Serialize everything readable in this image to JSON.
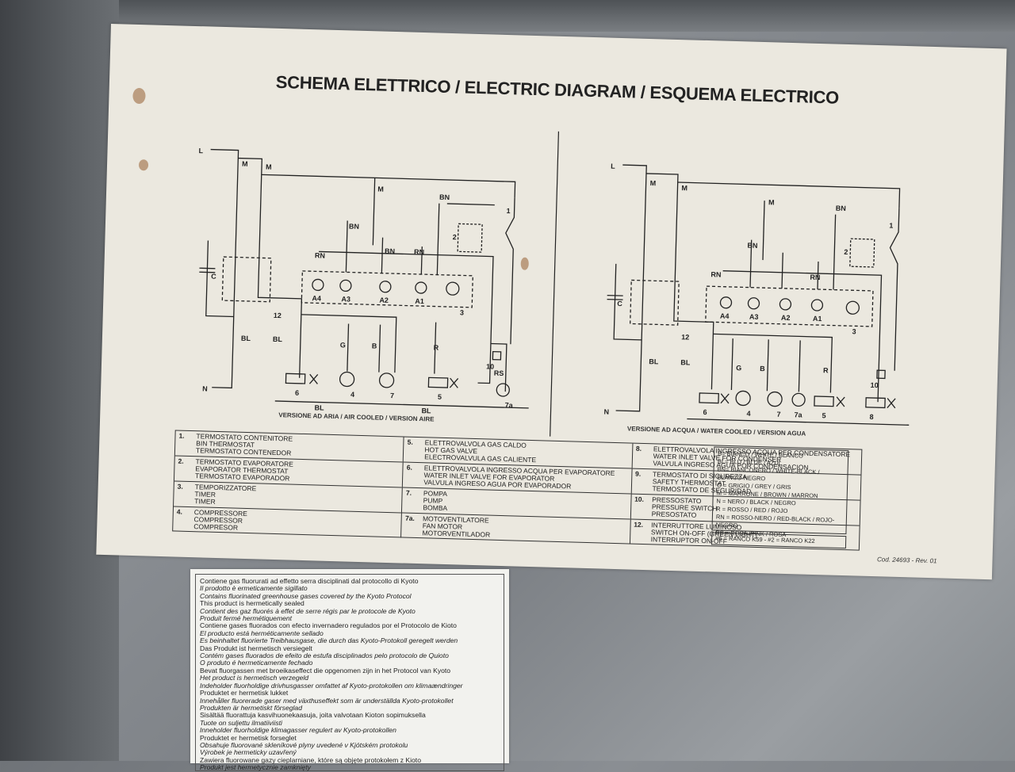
{
  "label": {
    "title": "SCHEMA ELETTRICO / ELECTRIC DIAGRAM / ESQUEMA ELECTRICO",
    "left_caption": "VERSIONE AD ARIA / AIR COOLED / VERSION AIRE",
    "right_caption": "VERSIONE AD ACQUA / WATER COOLED / VERSION AGUA",
    "code": "Cod. 24693 - Rev. 01",
    "legend": [
      {
        "num": "1.",
        "lines": [
          "TERMOSTATO CONTENITORE",
          "BIN THERMOSTAT",
          "TERMOSTATO CONTENEDOR"
        ]
      },
      {
        "num": "2.",
        "lines": [
          "TERMOSTATO EVAPORATORE",
          "EVAPORATOR THERMOSTAT",
          "TERMOSTATO EVAPORADOR"
        ]
      },
      {
        "num": "3.",
        "lines": [
          "TEMPORIZZATORE",
          "TIMER",
          "TIMER"
        ]
      },
      {
        "num": "4.",
        "lines": [
          "COMPRESSORE",
          "COMPRESSOR",
          "COMPRESOR"
        ]
      },
      {
        "num": "5.",
        "lines": [
          "ELETTROVALVOLA GAS CALDO",
          "HOT GAS VALVE",
          "ELECTROVALVULA GAS CALIENTE"
        ]
      },
      {
        "num": "6.",
        "lines": [
          "ELETTROVALVOLA INGRESSO ACQUA PER EVAPORATORE",
          "WATER INLET VALVE FOR EVAPORATOR",
          "VALVULA INGRESO AGUA POR EVAPORADOR"
        ]
      },
      {
        "num": "7.",
        "lines": [
          "POMPA",
          "PUMP",
          "BOMBA"
        ]
      },
      {
        "num": "7a.",
        "lines": [
          "MOTOVENTILATORE",
          "FAN MOTOR",
          "MOTORVENTILADOR"
        ]
      },
      {
        "num": "8.",
        "lines": [
          "ELETTROVALVOLA INGRESSO ACQUA PER CONDENSATORE",
          "WATER INLET VALVE FOR CONDENSER",
          "VALVULA INGRESO AGUA POR CONDENSACION"
        ]
      },
      {
        "num": "9.",
        "lines": [
          "TERMOSTATO DI SICUREZZA",
          "SAFETY THERMOSTAT",
          "TERMOSTATO DE SEGURIDAD"
        ]
      },
      {
        "num": "10.",
        "lines": [
          "PRESSOSTATO",
          "PRESSURE SWITCH",
          "PRESOSTATO"
        ]
      },
      {
        "num": "12.",
        "lines": [
          "INTERRUTTORE LUMINOSO",
          "SWITCH ON-OFF (GREEN LIGHT)",
          "INTERRUPTOR ON-OFF"
        ]
      }
    ],
    "colors": [
      "B= BIANCO / WHITE / BLANCO",
      "BL= BLU / BLUE / AZUL",
      "BN= BIANCONERO / WHITE-BLACK / BLANCO-NEGRO",
      "G = GRIGIO / GREY / GRIS",
      "M = MARRONE / BROWN / MARRON",
      "N = NERO / BLACK / NEGRO",
      "R = ROSSO / RED / ROJO",
      "RN = ROSSO-NERO / RED-BLACK / ROJO-NEGRO",
      "RS = ROSA /PINK / ROSA"
    ],
    "ranco": "#6 = RANCO K59 - #2 = RANCO K22",
    "diagram_labels": {
      "L": "L",
      "N": "N",
      "M": "M",
      "BN": "BN",
      "RN": "RN",
      "BL": "BL",
      "C": "C",
      "G": "G",
      "B": "B",
      "R": "R",
      "RS": "RS",
      "A4": "A4",
      "A3": "A3",
      "A2": "A2",
      "A1": "A1",
      "c1": "1",
      "c2": "2",
      "c3": "3",
      "c4": "4",
      "c5": "5",
      "c6": "6",
      "c7": "7",
      "c7a": "7a",
      "c8": "8",
      "c10": "10",
      "c12": "12"
    }
  },
  "sticker": {
    "lines": [
      "Contiene gas fluorurati ad effetto serra disciplinati dal protocollo di Kyoto",
      "Il prodotto è ermeticamente sigillato",
      "Contains fluorinated greenhouse gases covered by the Kyoto Protocol",
      "This product is hermetically sealed",
      "Contient des gaz fluorés à effet de serre régis par le protocole de Kyoto",
      "Produit fermé hermétiquement",
      "Contiene gases fluorados con efecto invernadero regulados por el Protocolo de Kioto",
      "El producto está herméticamente sellado",
      "Es beinhaltet fluorierte Treibhausgase, die durch das Kyoto-Protokoll geregelt werden",
      "Das Produkt ist hermetisch versiegelt",
      "Contém gases fluorados de efeito de estufa disciplinados pelo protocolo de Quioto",
      "O produto é hermeticamente fechado",
      "Bevat fluorgassen met broeikaseffect die opgenomen zijn in het Protocol van Kyoto",
      "Het product is hermetisch verzegeld",
      "Indeholder fluorholdige drivhusgasser omfattet af Kyoto-protokollen om klimaændringer",
      "Produktet er hermetisk lukket",
      "Innehåller fluorerade gaser med växthuseffekt som är underställda Kyoto-protokollet",
      "Produkten är hermetiskt förseglad",
      "Sisältää fluorattuja kasvihuonekaasuja, joita valvotaan Kioton sopimuksella",
      "Tuote on suljettu ilmatiiviisti",
      "Inneholder fluorholdige klimagasser regulert av Kyoto-protokollen",
      "Produktet er hermetisk forseglet",
      "Obsahuje fluorované skleníkové plyny uvedené v Kjótském protokolu",
      "Výrobek je hermeticky uzavřený",
      "Zawiera fluorowane gazy cieplarniane, które są objęte protokołem z Kioto",
      "Produkt jest hermetycznie zamknięty"
    ]
  }
}
